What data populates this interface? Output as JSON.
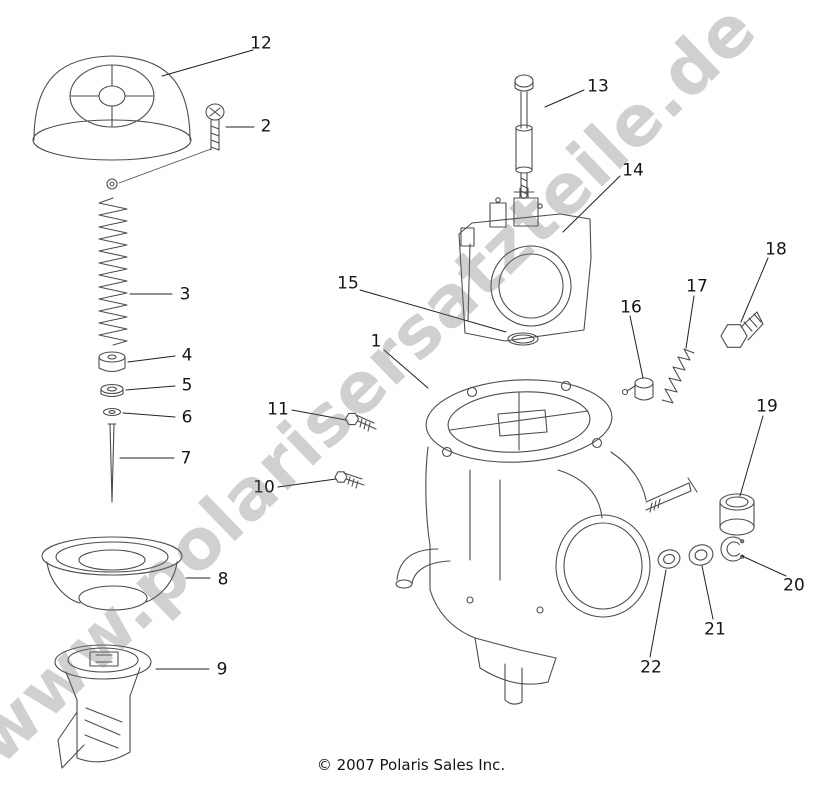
{
  "page": {
    "watermark": "www.polarisersatzteile.de",
    "copyright": "© 2007 Polaris Sales Inc."
  },
  "diagram": {
    "description": "Carburetor exploded parts view",
    "callouts": [
      {
        "n": "12"
      },
      {
        "n": "2"
      },
      {
        "n": "13"
      },
      {
        "n": "14"
      },
      {
        "n": "3"
      },
      {
        "n": "15"
      },
      {
        "n": "18"
      },
      {
        "n": "17"
      },
      {
        "n": "16"
      },
      {
        "n": "1"
      },
      {
        "n": "4"
      },
      {
        "n": "5"
      },
      {
        "n": "6"
      },
      {
        "n": "11"
      },
      {
        "n": "7"
      },
      {
        "n": "10"
      },
      {
        "n": "19"
      },
      {
        "n": "8"
      },
      {
        "n": "20"
      },
      {
        "n": "21"
      },
      {
        "n": "9"
      },
      {
        "n": "22"
      }
    ]
  }
}
